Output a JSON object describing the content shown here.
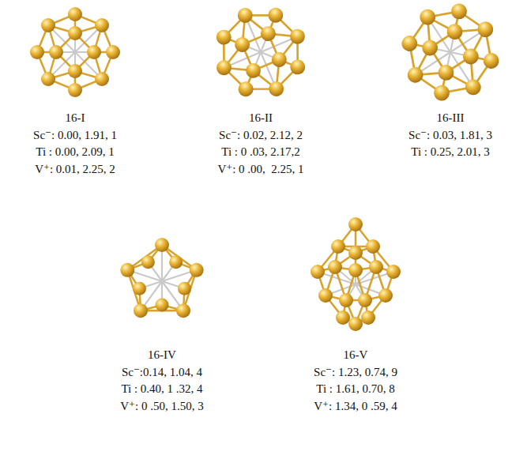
{
  "diagram": {
    "labels": [
      "16-I",
      "Sc⁻: 0.00, 1.91, 1",
      "Ti : 0.00, 2.09, 1",
      "V⁺: 0.01, 2.25, 2",
      "16-II",
      "Sc⁻: 0.02, 2.12, 2",
      "Ti : 0 .03, 2.17,2",
      "V⁺: 0 .00,  2.25, 1",
      "16-III",
      "Sc⁻: 0.03, 1.81, 3",
      "Ti : 0.25, 2.01, 3",
      "16-IV",
      "Sc⁻:0.14, 1.04, 4",
      "Ti : 0.40, 1 .32, 4",
      "V⁺: 0 .50, 1.50, 3",
      "16-V",
      "Sc⁻: 1.23, 0.74, 9",
      "Ti : 1.61, 0.70, 8",
      "V⁺: 1.34, 0 .59, 4"
    ]
  }
}
